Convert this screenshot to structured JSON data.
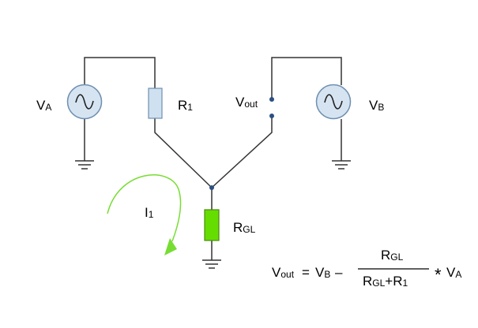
{
  "labels": {
    "va": {
      "main": "V",
      "sub": "A"
    },
    "vb": {
      "main": "V",
      "sub": "B"
    },
    "r1": {
      "main": "R",
      "sub": "1"
    },
    "vout": {
      "main": "V",
      "sub": "out"
    },
    "rgl": {
      "main": "R",
      "sub": "GL"
    },
    "i1": {
      "main": "I",
      "sub": "1"
    }
  },
  "formula": {
    "lhs_main": "V",
    "lhs_sub": "out",
    "equals": "=",
    "vb_main": "V",
    "vb_sub": "B",
    "minus": "–",
    "num_main": "R",
    "num_sub": "GL",
    "den_r_main": "R",
    "den_r_sub": "GL",
    "den_plus": "+",
    "den_r1_main": "R",
    "den_r1_sub": "1",
    "times": "*",
    "va_main": "V",
    "va_sub": "A"
  },
  "colors": {
    "wire": "#333333",
    "source_fill": "#d6e4f2",
    "source_stroke": "#6f8fb0",
    "r1_fill": "#cfe1f0",
    "rgl_fill": "#66dd00",
    "arrow": "#77dd33",
    "node": "#2b4f80"
  }
}
